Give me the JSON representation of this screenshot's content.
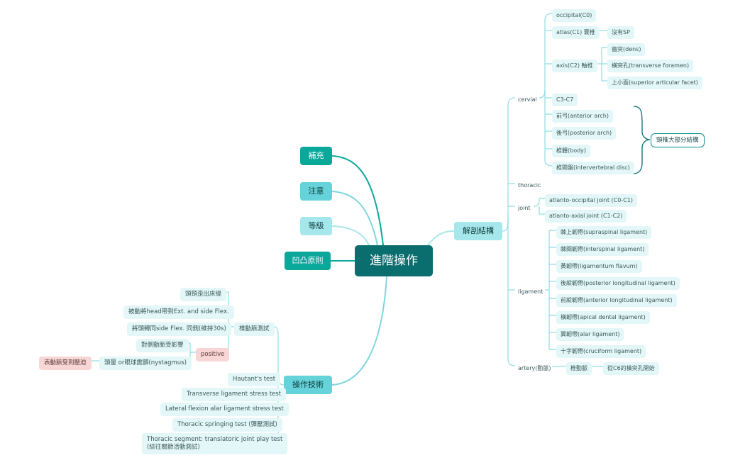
{
  "root": "進階操作",
  "branches": {
    "supplement": "補充",
    "notice": "注意",
    "grade": "等級",
    "principle": "凹凸原則",
    "anatomy": "解剖結構",
    "technique": "操作技術"
  },
  "anatomy": {
    "cervial": "cervial",
    "occipital": "occipital(C0)",
    "atlas": "atlas(C1) 寰椎",
    "no_sp": "沒有SP",
    "axis": "axis(C2) 軸椎",
    "dens": "齒突(dens)",
    "transverse_foramen": "橫突孔(transverse foramen)",
    "superior_facet": "上小面(superior articular facet)",
    "c3_c7": "C3-C7",
    "anterior_arch": "前弓(anterior arch)",
    "posterior_arch": "後弓(posterior arch)",
    "body": "椎體(body)",
    "disc": "椎間盤(intervertebral disc)",
    "summary": "頸椎大部分結構",
    "thoracic": "thoracic",
    "joint": "joint",
    "ao_joint": "atlanto-occipital joint (C0-C1)",
    "aa_joint": "atlanto-axial joint (C1-C2)",
    "ligament": "ligament",
    "supraspinal": "棘上韌帶(supraspinal ligament)",
    "interspinal": "棘間韌帶(interspinal ligament)",
    "flavum": "黃韌帶(ligamentum flavum)",
    "posterior_long": "後縱韌帶(posterior longitudinal ligament)",
    "anterior_long": "前縱韌帶(anterior longitudinal ligament)",
    "apical": "橫韌帶(apical dental ligament)",
    "alar": "翼韌帶(alar ligament)",
    "cruciform": "十字韌帶(cruciform ligament)",
    "artery": "artery(動脈)",
    "vertebral_artery": "椎動脈",
    "c6_foramen": "從C6的橫突孔開始"
  },
  "technique": {
    "vat": "椎動脈測試",
    "vat_step1": "頭頸歪出床緣",
    "vat_step2": "被動將head帶到Ext. and side Flex.",
    "vat_step3": "將頭轉同side Flex. 同側(維持30s)",
    "positive": "positive",
    "pos_1": "對側動脈受影響",
    "pos_2": "頭暈 or眼球震顫(nystagmus)",
    "compressed": "表動脈受到壓迫",
    "hautant": "Hautant's test",
    "transverse_test": "Transverse ligament stress test",
    "lateral_flexion": "Lateral flexion alar ligament stress test",
    "thoracic_springing": "Thoracic springing test (彈壓測試)",
    "thoracic_segment": "Thoracic segment: translatoric joint play test",
    "thoracic_segment_2": "(綜往關節活動測試)"
  },
  "colors": {
    "root": "#0b6e6e",
    "branch_dark": "#0aa79b",
    "branch_mid": "#66d2d9",
    "branch_light": "#a6e7ec",
    "leaf": "#e3f6f8",
    "line": "#7fd6dc",
    "pink": "#f9d6d6"
  }
}
